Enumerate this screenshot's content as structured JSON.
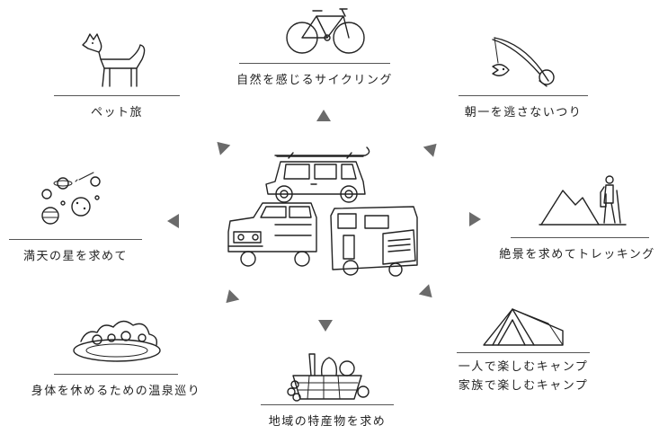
{
  "center": {
    "name": "vehicles"
  },
  "nodes": {
    "cycling": {
      "label": "自然を感じるサイクリング"
    },
    "fishing": {
      "label": "朝一を逃さないつり"
    },
    "trekking": {
      "label": "絶景を求めてトレッキング"
    },
    "camping": {
      "line1": "一人で楽しむキャンプ",
      "line2": "家族で楽しむキャンプ"
    },
    "local_food": {
      "label": "地域の特産物を求め"
    },
    "onsen": {
      "label": "身体を休めるための温泉巡り"
    },
    "stars": {
      "label": "満天の星を求めて"
    },
    "pet": {
      "label": "ペット旅"
    }
  },
  "colors": {
    "arrow": "#6b6b6b",
    "line": "#222222"
  }
}
